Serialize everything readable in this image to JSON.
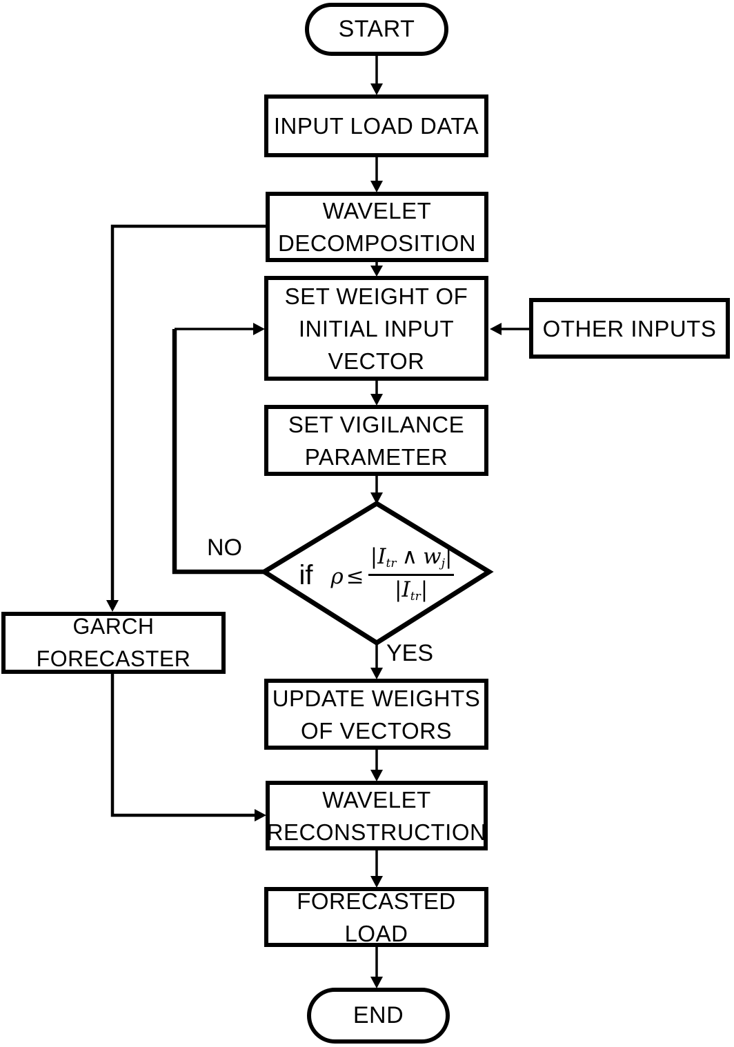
{
  "colors": {
    "line": "#000000",
    "text": "#000000",
    "background": "#ffffff"
  },
  "nodes": {
    "start": {
      "type": "terminator",
      "label": "START"
    },
    "input_load_data": {
      "type": "process",
      "lines": [
        "INPUT LOAD DATA"
      ]
    },
    "wavelet_decomposition": {
      "type": "process",
      "lines": [
        "WAVELET",
        "DECOMPOSITION"
      ]
    },
    "set_weight": {
      "type": "process",
      "lines": [
        "SET WEIGHT OF",
        "INITIAL INPUT",
        "VECTOR"
      ]
    },
    "other_inputs": {
      "type": "process",
      "lines": [
        "OTHER INPUTS"
      ]
    },
    "set_vigilance": {
      "type": "process",
      "lines": [
        "SET VIGILANCE",
        "PARAMETER"
      ]
    },
    "decision": {
      "type": "decision",
      "prefix": "if",
      "rho": "ρ",
      "leq": "≤",
      "num_open": "|",
      "num_base1": "I",
      "num_sub1": "tr",
      "num_wedge": "∧",
      "num_base2": "w",
      "num_sub2": "j",
      "num_close": "|",
      "den_open": "|",
      "den_base": "I",
      "den_sub": "tr",
      "den_close": "|"
    },
    "garch_forecaster": {
      "type": "process",
      "lines": [
        "GARCH FORECASTER"
      ]
    },
    "update_weights": {
      "type": "process",
      "lines": [
        "UPDATE WEIGHTS",
        "OF VECTORS"
      ]
    },
    "wavelet_reconstruction": {
      "type": "process",
      "lines": [
        "WAVELET",
        "RECONSTRUCTION"
      ]
    },
    "forecasted_load": {
      "type": "process",
      "lines": [
        "FORECASTED LOAD"
      ]
    },
    "end": {
      "type": "terminator",
      "label": "END"
    }
  },
  "edge_labels": {
    "no": "NO",
    "yes": "YES"
  }
}
